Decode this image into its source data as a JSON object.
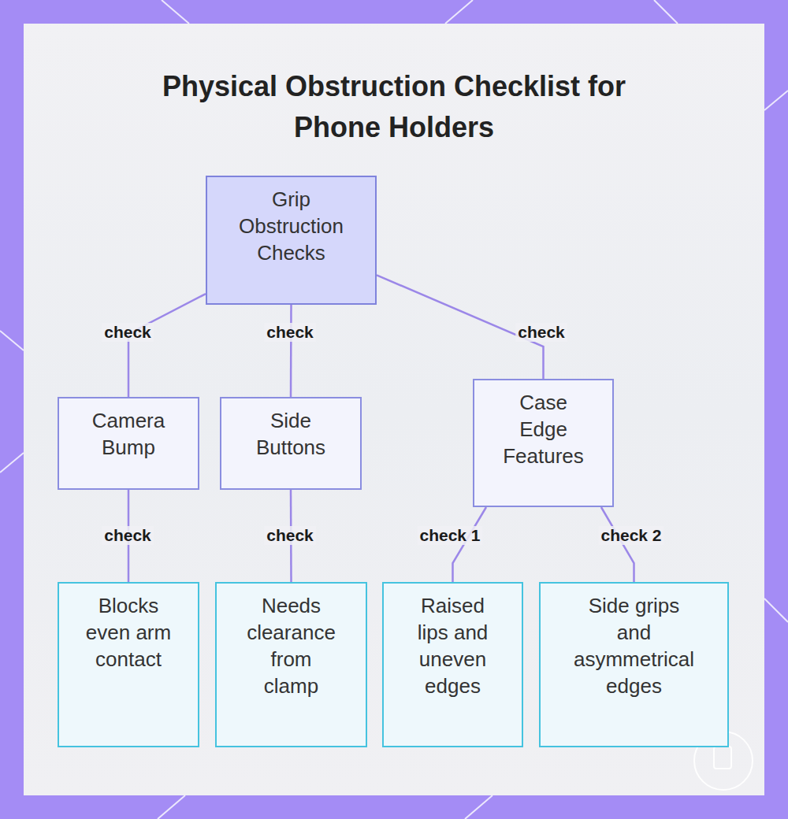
{
  "diagram": {
    "title": "Physical Obstruction Checklist for Phone Holders",
    "nodes": [
      {
        "text": [
          "Grip Obstruction Checks"
        ]
      },
      {
        "text": [
          "Camera Bump"
        ]
      },
      {
        "text": [
          "Side Buttons"
        ]
      },
      {
        "text": [
          "Case Edge Features"
        ]
      },
      {
        "text": [
          "Blocks even arm contact"
        ]
      },
      {
        "text": [
          "Needs clearance from clamp"
        ]
      },
      {
        "text": [
          "Raised lips and uneven edges"
        ]
      },
      {
        "text": [
          "Side grips and asymmetrical edges"
        ]
      }
    ],
    "edges": [
      {
        "from": 0,
        "to": 1,
        "label": "check",
        "arrow": "none"
      },
      {
        "from": 0,
        "to": 2,
        "label": "check",
        "arrow": "none"
      },
      {
        "from": 0,
        "to": 3,
        "label": "check",
        "arrow": "none"
      },
      {
        "from": 1,
        "to": 4,
        "label": "check",
        "arrow": "none"
      },
      {
        "from": 2,
        "to": 5,
        "label": "check",
        "arrow": "none"
      },
      {
        "from": 3,
        "to": 6,
        "label": "check 1",
        "arrow": "none"
      },
      {
        "from": 3,
        "to": 7,
        "label": "check 2",
        "arrow": "none"
      }
    ]
  }
}
